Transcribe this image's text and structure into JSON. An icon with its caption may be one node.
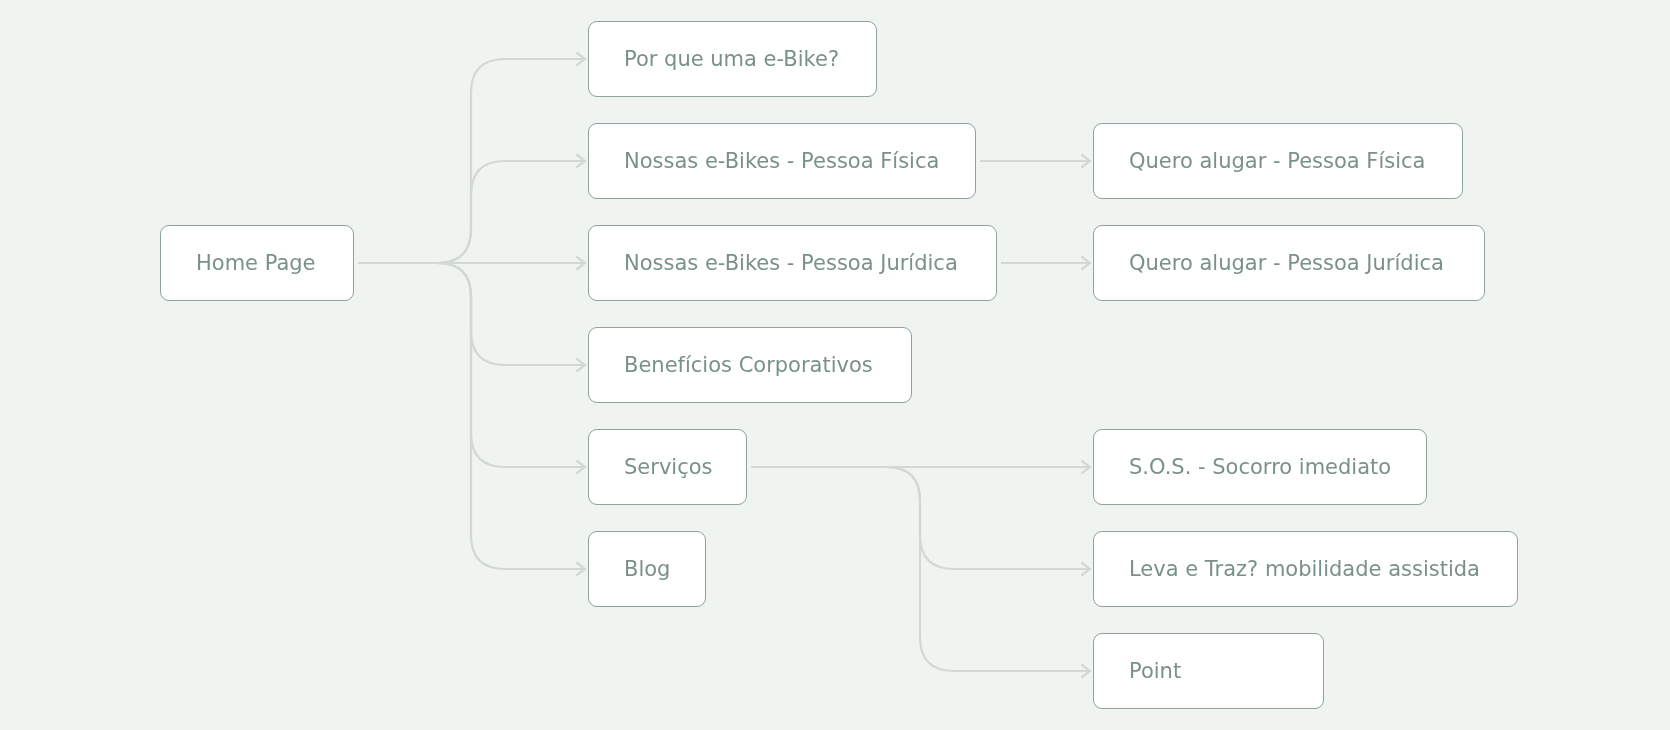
{
  "diagram": {
    "nodes": [
      {
        "text": [
          "Home Page"
        ]
      },
      {
        "text": [
          "Por que uma e-Bike?"
        ]
      },
      {
        "text": [
          "Nossas e-Bikes - Pessoa Física"
        ]
      },
      {
        "text": [
          "Nossas e-Bikes - Pessoa Jurídica"
        ]
      },
      {
        "text": [
          "Benefícios Corporativos"
        ]
      },
      {
        "text": [
          "Serviços"
        ]
      },
      {
        "text": [
          "Blog"
        ]
      },
      {
        "text": [
          "Quero alugar - Pessoa Física"
        ]
      },
      {
        "text": [
          "Quero alugar - Pessoa Jurídica"
        ]
      },
      {
        "text": [
          "S.O.S. - Socorro imediato"
        ]
      },
      {
        "text": [
          "Leva e Traz? mobilidade assistida"
        ]
      },
      {
        "text": [
          "Point"
        ]
      }
    ],
    "edges": [
      {
        "from": 0,
        "to": 1,
        "arrow": "to"
      },
      {
        "from": 0,
        "to": 2,
        "arrow": "to"
      },
      {
        "from": 0,
        "to": 3,
        "arrow": "to"
      },
      {
        "from": 0,
        "to": 4,
        "arrow": "to"
      },
      {
        "from": 0,
        "to": 5,
        "arrow": "to"
      },
      {
        "from": 0,
        "to": 6,
        "arrow": "to"
      },
      {
        "from": 2,
        "to": 7,
        "arrow": "to"
      },
      {
        "from": 3,
        "to": 8,
        "arrow": "to"
      },
      {
        "from": 5,
        "to": 9,
        "arrow": "to"
      },
      {
        "from": 5,
        "to": 10,
        "arrow": "to"
      },
      {
        "from": 5,
        "to": 11,
        "arrow": "to"
      }
    ]
  }
}
